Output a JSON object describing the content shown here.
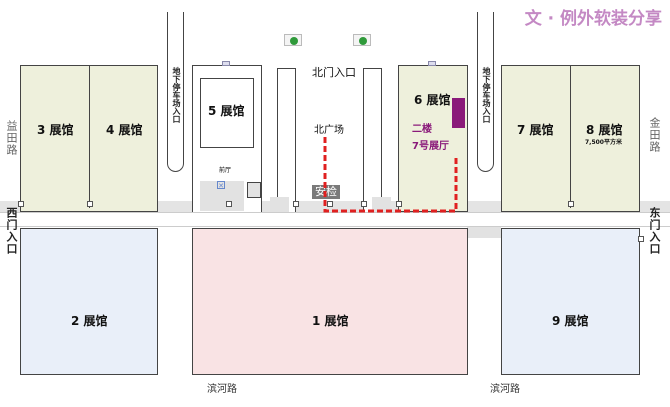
{
  "watermark": "文 · 例外软装分享",
  "halls": {
    "h1": "1 展馆",
    "h2": "2 展馆",
    "h3": "3 展馆",
    "h4": "4 展馆",
    "h5": "5 展馆",
    "h6": "6 展馆",
    "h7": "7 展馆",
    "h8": "8 展馆",
    "h8_area": "7,500平方米",
    "h9": "9 展馆"
  },
  "route": {
    "floor": "二楼",
    "room": "7号展厅",
    "color": "#e02020",
    "target_color": "#8a1a7a"
  },
  "places": {
    "north_gate": "北门入口",
    "north_plaza": "北广场",
    "security": "安检",
    "parking_left": "地下停车场入口",
    "parking_right": "地下停车场入口",
    "west_gate": "西门入口",
    "east_gate": "东门入口",
    "lobby": "前厅"
  },
  "roads": {
    "west": "益田路",
    "east": "金田路",
    "south_left": "滨河路",
    "south_right": "滨河路"
  }
}
